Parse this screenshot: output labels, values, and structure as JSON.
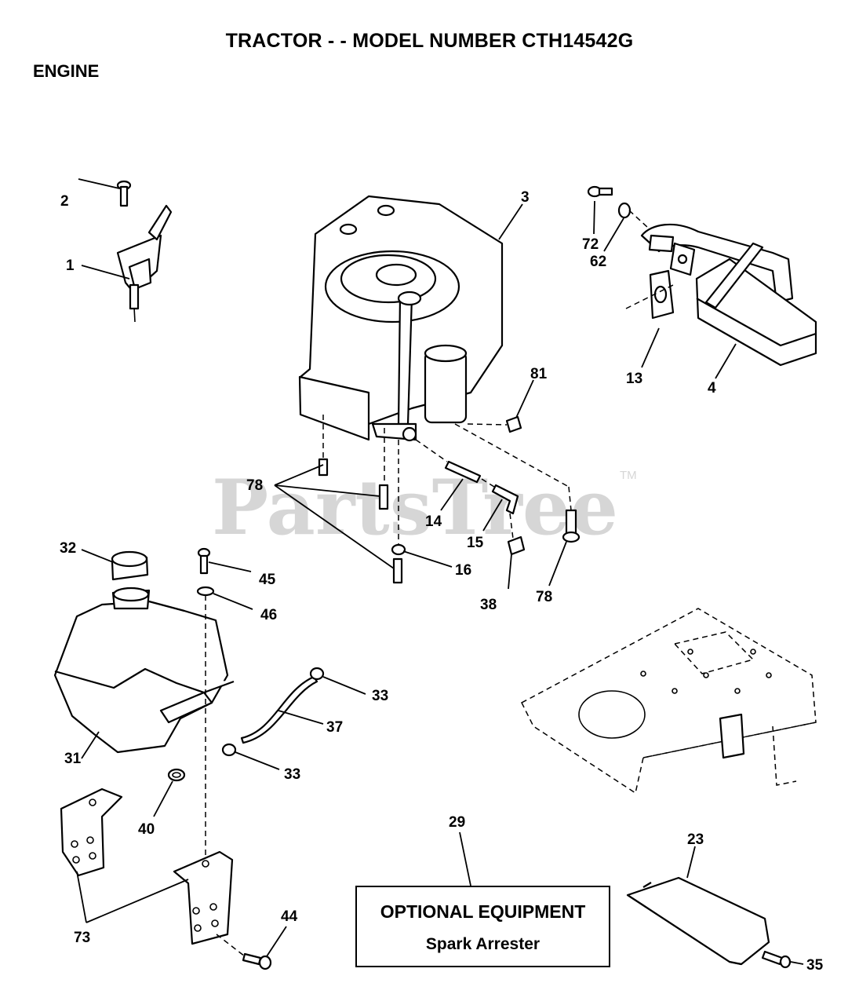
{
  "page": {
    "title": "TRACTOR - - MODEL NUMBER CTH14542G",
    "section": "ENGINE",
    "watermark": "PartsTree",
    "trademark": "TM"
  },
  "optional_equipment": {
    "heading": "OPTIONAL EQUIPMENT",
    "item": "Spark Arrester"
  },
  "callouts": {
    "c1": "1",
    "c2": "2",
    "c3": "3",
    "c4": "4",
    "c13": "13",
    "c14": "14",
    "c15": "15",
    "c16": "16",
    "c23": "23",
    "c29": "29",
    "c31": "31",
    "c32": "32",
    "c33a": "33",
    "c33b": "33",
    "c35": "35",
    "c37": "37",
    "c38": "38",
    "c40": "40",
    "c44": "44",
    "c45": "45",
    "c46": "46",
    "c62": "62",
    "c72": "72",
    "c73": "73",
    "c78a": "78",
    "c78b": "78",
    "c81": "81"
  }
}
